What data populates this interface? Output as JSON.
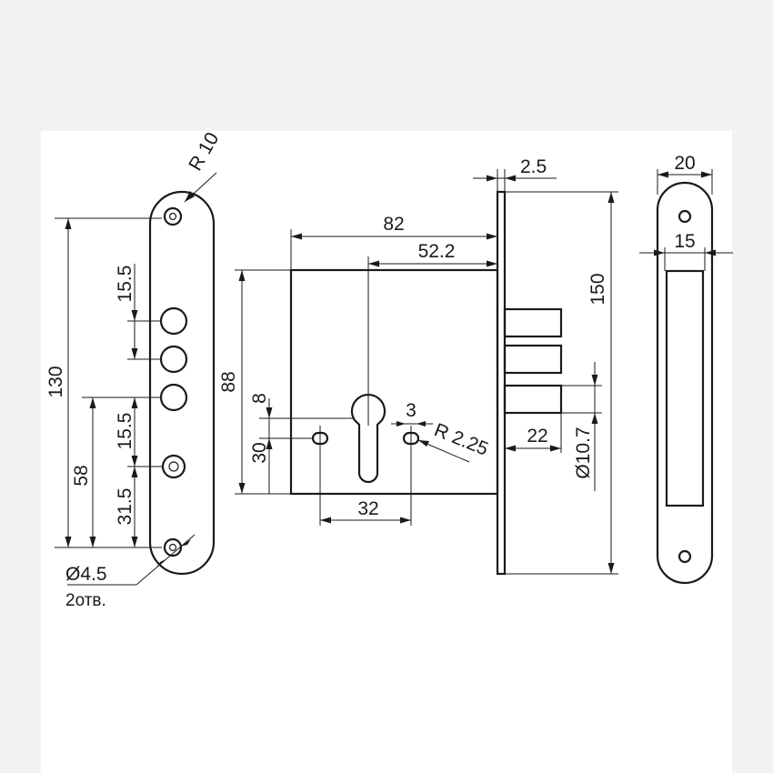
{
  "dimensions": {
    "faceplate_radius": "R 10",
    "faceplate_length": "130",
    "hole_pitch_top": "15.5",
    "hole_pitch_bottom": "15.5",
    "height_58": "58",
    "height_31_5": "31.5",
    "mount_hole_diameter": "Ø4.5",
    "mount_hole_count": "2отв.",
    "case_depth": "82",
    "backset": "52.2",
    "case_height": "88",
    "cylinder_offset_8": "8",
    "cylinder_offset_30": "30",
    "screw_spacing": "32",
    "slot_width": "3",
    "slot_radius": "R 2.25",
    "faceplate_thickness": "2.5",
    "faceplate_height": "150",
    "bolt_projection": "22",
    "bolt_diameter": "Ø10.7",
    "strike_width": "20",
    "strike_inner_width": "15"
  }
}
